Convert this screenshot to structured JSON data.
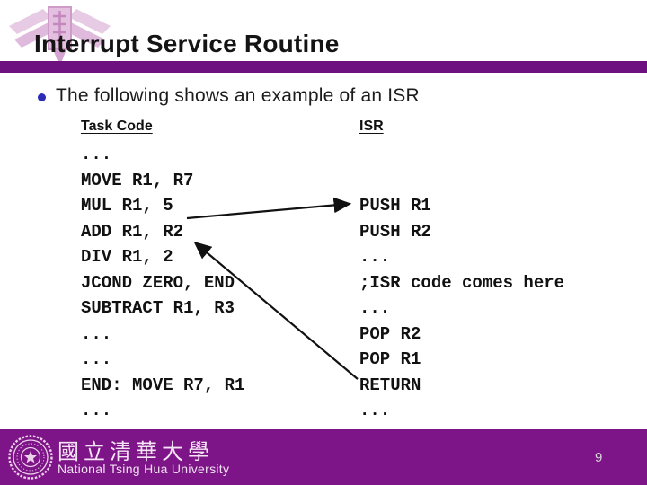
{
  "slide": {
    "title": "Interrupt Service Routine",
    "bullet_text": "The following shows an example of an ISR",
    "page_number": "9"
  },
  "code": {
    "left": {
      "header": "Task Code",
      "lines": [
        "...",
        "MOVE R1, R7",
        "MUL R1, 5",
        "ADD R1, R2",
        "DIV R1, 2",
        "JCOND ZERO, END",
        "SUBTRACT R1, R3",
        "...",
        "...",
        "END: MOVE R7, R1",
        "..."
      ]
    },
    "right": {
      "header": "ISR",
      "lines": [
        "",
        "",
        "PUSH R1",
        "PUSH R2",
        "...",
        ";ISR code comes here",
        "...",
        "POP R2",
        "POP R1",
        "RETURN",
        "..."
      ]
    },
    "arrows": [
      {
        "from": "MUL R1, 5",
        "to": "PUSH R1",
        "meaning": "interrupt occurs, jump to ISR"
      },
      {
        "from": "RETURN",
        "to": "ADD R1, R2",
        "meaning": "return from ISR to task code"
      }
    ]
  },
  "footer": {
    "university_name_zh": "國立清華大學",
    "university_name_en": "National Tsing Hua University"
  },
  "icons": {
    "header_logo": "nthu-emblem-icon",
    "footer_seal": "nthu-seal-icon",
    "bullet": "bullet-dot-icon"
  },
  "colors": {
    "title_divider_bar": "#6e1180",
    "footer_bar": "#7d1487",
    "bullet_dot": "#2b2bb8",
    "emblem_pink": "#e7cbe5",
    "code_text": "#111111",
    "arrow": "#111111"
  }
}
